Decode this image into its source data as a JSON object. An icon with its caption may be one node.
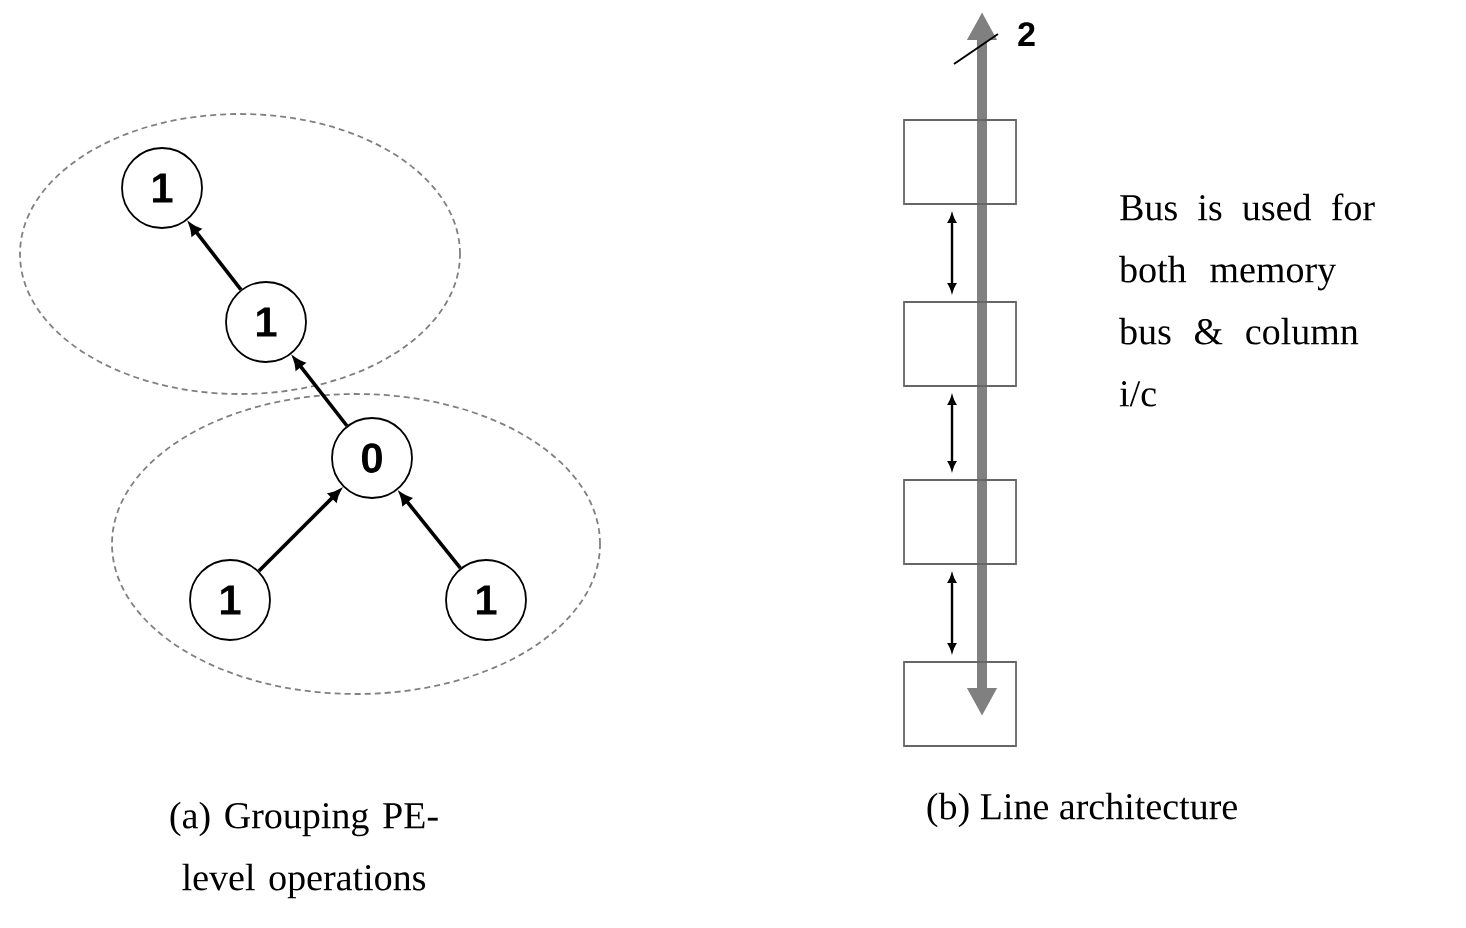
{
  "diagram": {
    "nodes": [
      {
        "text": [],
        "shape": "ellipse"
      },
      {
        "text": [
          "1"
        ],
        "in": 0
      },
      {
        "text": [
          "1"
        ],
        "in": 0
      },
      {
        "text": [],
        "shape": "ellipse"
      },
      {
        "text": [
          "0"
        ],
        "in": 3
      },
      {
        "text": [
          "1"
        ],
        "in": 3
      },
      {
        "text": [
          "1"
        ],
        "in": 3
      },
      {
        "text": [],
        "shape": "box"
      },
      {
        "text": [],
        "shape": "box"
      },
      {
        "text": [],
        "shape": "box"
      },
      {
        "text": [],
        "shape": "box"
      }
    ],
    "edges": [
      {
        "from": 2,
        "to": 1,
        "arrow": "to"
      },
      {
        "from": 4,
        "to": 2,
        "arrow": "to"
      },
      {
        "from": 5,
        "to": 4,
        "arrow": "to"
      },
      {
        "from": 6,
        "to": 4,
        "arrow": "to"
      },
      {
        "from": 7,
        "to": 8,
        "arrow": "both"
      },
      {
        "from": 8,
        "to": 9,
        "arrow": "both"
      },
      {
        "from": 9,
        "to": 10,
        "arrow": "both"
      }
    ],
    "labels": [
      "2",
      "Bus is used for both memory bus & column i/c",
      "(a) Grouping PE-level operations",
      "(b) Line architecture"
    ]
  }
}
